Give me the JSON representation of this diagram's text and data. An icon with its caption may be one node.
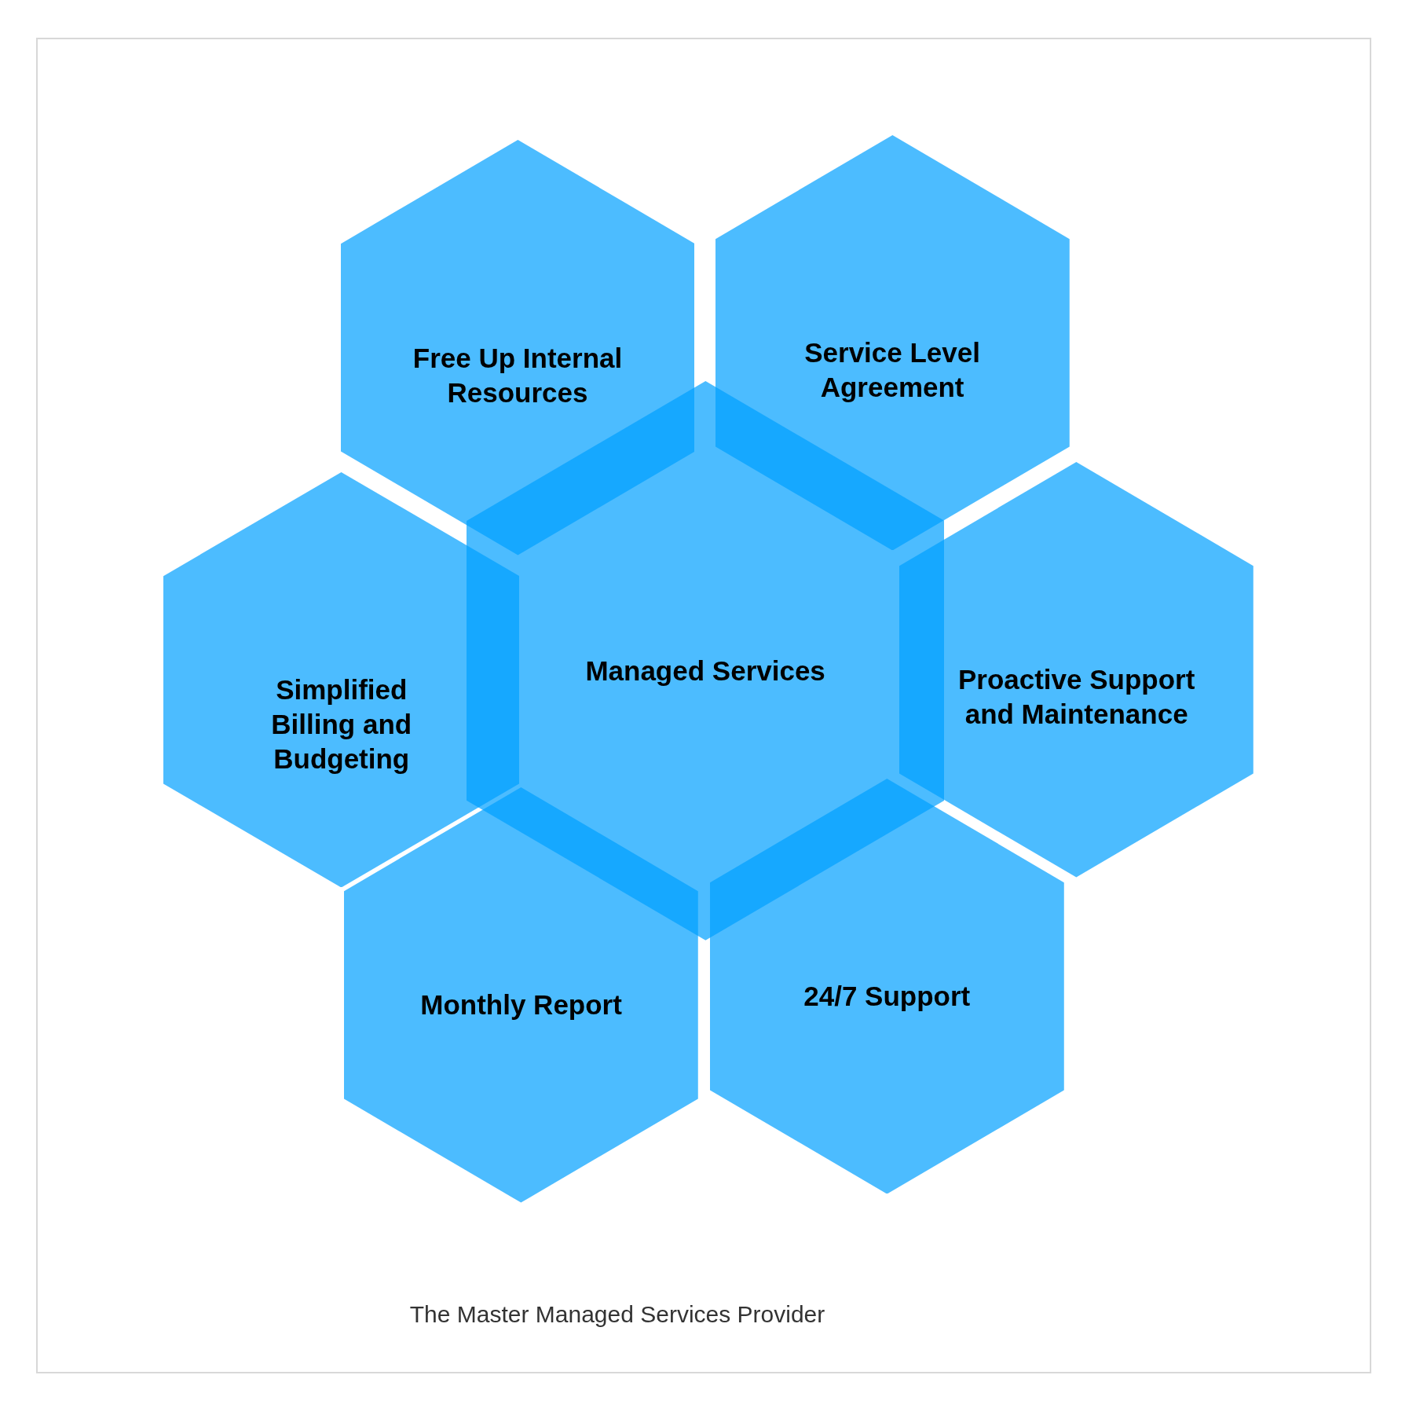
{
  "diagram": {
    "nodes": [
      {
        "text": [
          "Free Up Internal Resources"
        ]
      },
      {
        "text": [
          "Service Level Agreement"
        ]
      },
      {
        "text": [
          "Simplified Billing and Budgeting"
        ]
      },
      {
        "text": [
          "Managed Services"
        ]
      },
      {
        "text": [
          "Proactive Support and Maintenance"
        ]
      },
      {
        "text": [
          "Monthly Report"
        ]
      },
      {
        "text": [
          "24/7 Support"
        ]
      }
    ],
    "labels": [
      "The Master Managed Services Provider"
    ]
  }
}
